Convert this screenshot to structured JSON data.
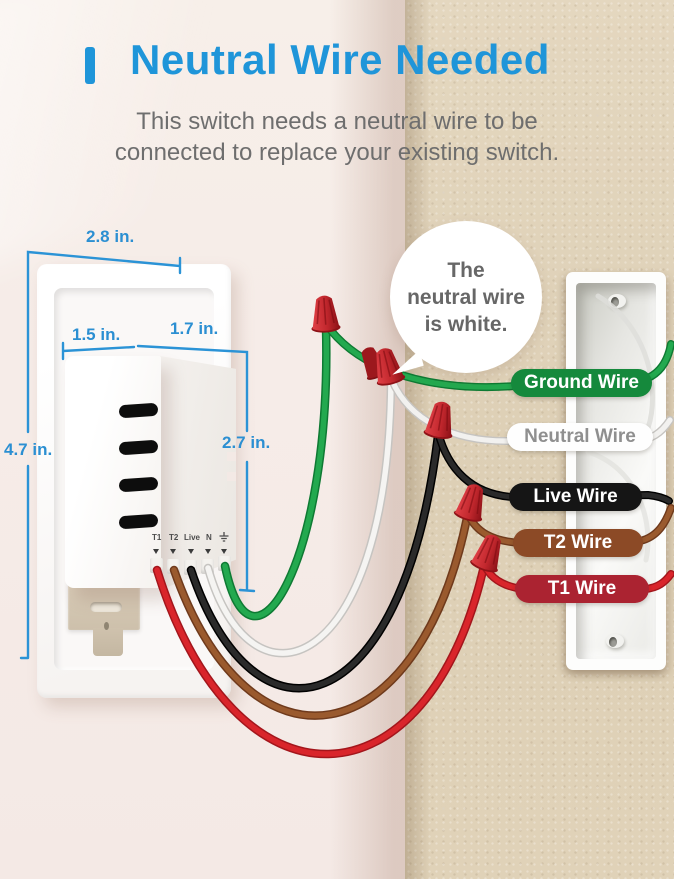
{
  "header": {
    "title": "Neutral Wire Needed",
    "subtitle_line1": "This switch needs a neutral wire to be",
    "subtitle_line2": "connected to replace your existing switch."
  },
  "dimensions": {
    "plate_width": "2.8 in.",
    "plate_height": "4.7 in.",
    "module_offset": "1.5 in.",
    "module_width": "1.7 in.",
    "module_height": "2.7 in."
  },
  "speech_bubble": {
    "line1": "The",
    "line2": "neutral wire",
    "line3": "is white."
  },
  "terminals": {
    "t1": "T1",
    "t2": "T2",
    "live": "Live",
    "n": "N"
  },
  "wire_labels": {
    "ground": "Ground Wire",
    "neutral": "Neutral Wire",
    "live": "Live Wire",
    "t2": "T2 Wire",
    "t1": "T1 Wire"
  },
  "colors": {
    "accent_blue": "#1f95d9",
    "subtitle_gray": "#6e6e6e",
    "wall_left": "#f6ece8",
    "wall_right": "#e0d2b9",
    "wire_green": "#23a94f",
    "wire_white": "#f5f4f2",
    "wire_black": "#242424",
    "wire_brown": "#9a5a2e",
    "wire_red": "#d9252b",
    "wire_nut_red": "#c1272d",
    "pill_ground_bg": "#15893c",
    "pill_neutral_bg": "#fefefe",
    "pill_live_bg": "#151515",
    "pill_t2_bg": "#8c4a26",
    "pill_t1_bg": "#ab2331"
  }
}
